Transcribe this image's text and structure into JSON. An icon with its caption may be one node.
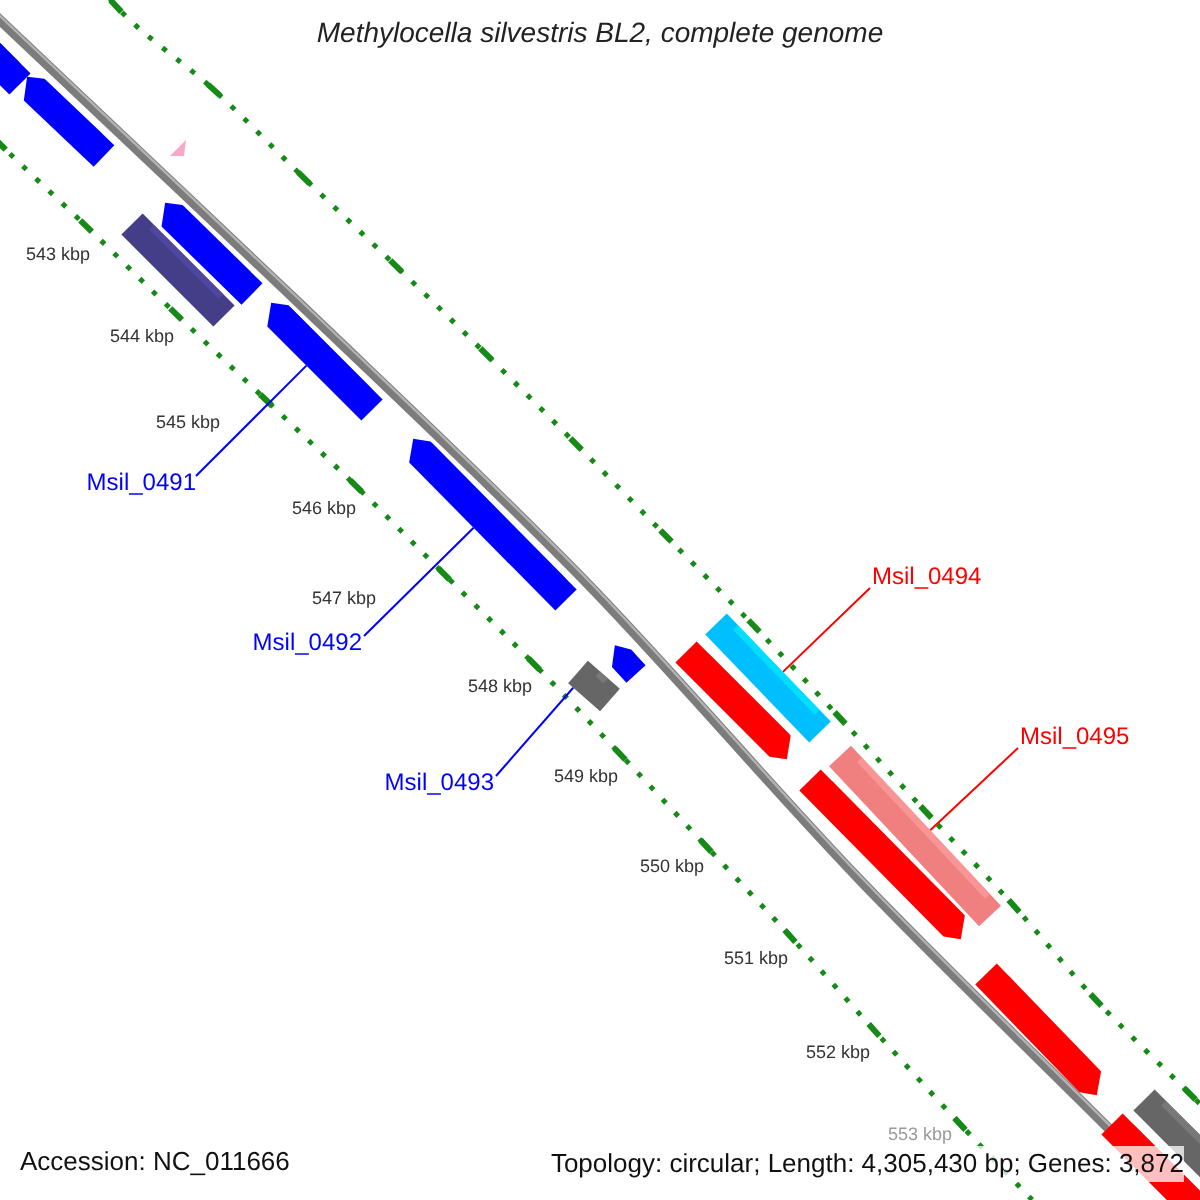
{
  "diagram": {
    "title": "Methylocella silvestris BL2, complete genome",
    "nodes": [
      {
        "text": [
          "Msil_0491"
        ]
      },
      {
        "text": [
          "Msil_0492"
        ]
      },
      {
        "text": [
          "Msil_0493"
        ]
      },
      {
        "text": [
          "Msil_0494"
        ]
      },
      {
        "text": [
          "Msil_0495"
        ]
      },
      {
        "text": [],
        "shape": "bar"
      },
      {
        "text": [],
        "shape": "bar"
      },
      {
        "text": [],
        "shape": "bar"
      },
      {
        "text": [],
        "shape": "bar"
      },
      {
        "text": [],
        "shape": "bar"
      }
    ],
    "edges": [
      {
        "from": 0,
        "to": 5,
        "arrow": "none"
      },
      {
        "from": 1,
        "to": 6,
        "arrow": "none"
      },
      {
        "from": 2,
        "to": 7,
        "arrow": "none"
      },
      {
        "from": 3,
        "to": 8,
        "arrow": "none",
        "color": "#ff0000"
      },
      {
        "from": 4,
        "to": 9,
        "arrow": "none",
        "color": "#ff0000"
      }
    ],
    "labels": [
      "543 kbp",
      "544 kbp",
      "545 kbp",
      "546 kbp",
      "547 kbp",
      "548 kbp",
      "549 kbp",
      "550 kbp",
      "551 kbp",
      "552 kbp",
      "553 kbp",
      "Accession: NC_011666",
      "Topology: circular; Length: 4,305,430 bp; Genes: 3,872"
    ]
  }
}
